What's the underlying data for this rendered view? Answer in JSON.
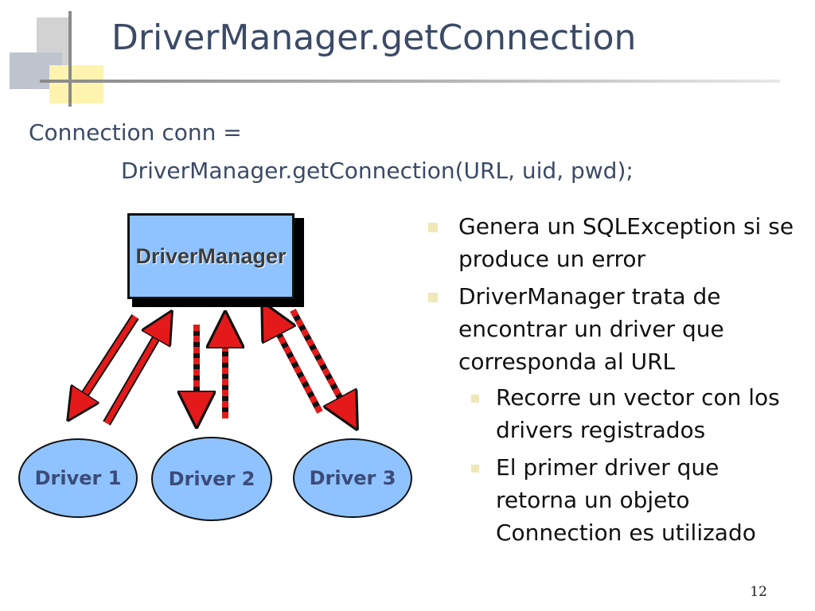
{
  "slide": {
    "title": "DriverManager.getConnection",
    "code_line1": "Connection conn =",
    "code_line2": "DriverManager.getConnection(URL, uid, pwd);",
    "page_number": "12"
  },
  "diagram": {
    "manager_label": "DriverManager",
    "drivers": [
      "Driver 1",
      "Driver 2",
      "Driver 3"
    ],
    "colors": {
      "box_fill": "#8fc3ff",
      "arrow_red": "#e41a1a",
      "arrow_dark": "#111111"
    }
  },
  "bullets": [
    {
      "text": "Genera un SQLException si se produce un error"
    },
    {
      "text": "DriverManager trata de encontrar un driver que corresponda al URL",
      "sub": [
        "Recorre un vector con los drivers registrados",
        "El primer driver que retorna un objeto Connection es utilizado"
      ]
    }
  ],
  "theme": {
    "title_color": "#3b4a66",
    "bullet_marker": "#f0e8b6"
  }
}
